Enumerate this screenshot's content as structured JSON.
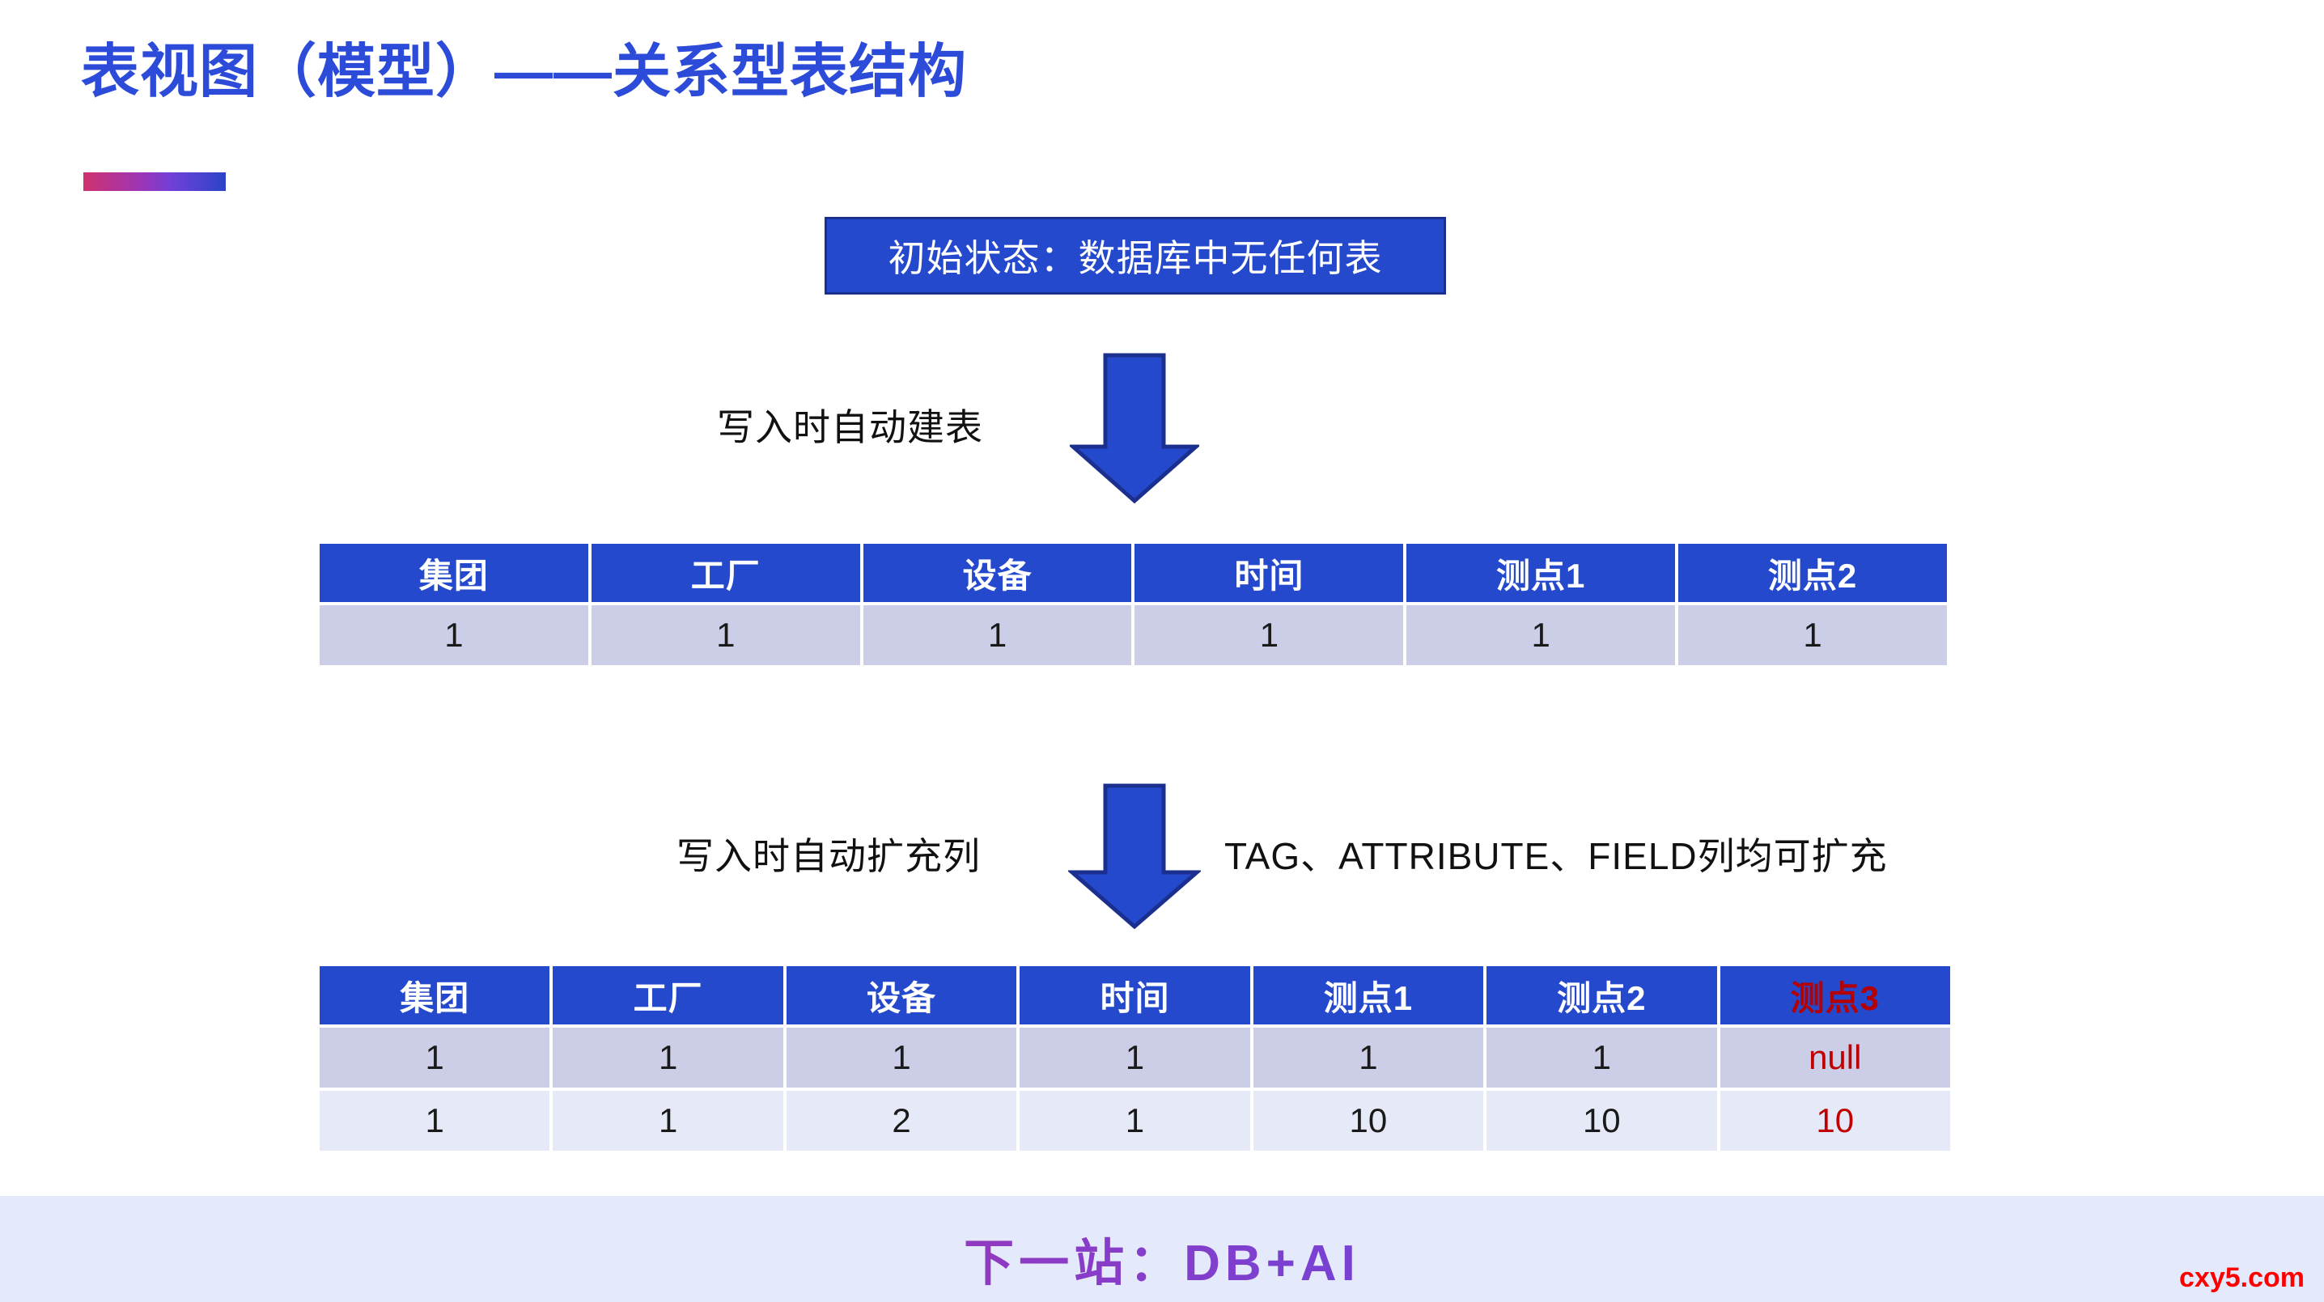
{
  "slide": {
    "title": "表视图（模型）——关系型表结构",
    "accent_gradient": [
      "#D0316E",
      "#7040D8",
      "#2B44C8"
    ]
  },
  "initial_state": {
    "label": "初始状态：数据库中无任何表",
    "box_color": "#2549CC",
    "border_color": "#1B2F8E",
    "text_color": "#FFFFFF"
  },
  "flow": {
    "arrow_color": "#2549CC",
    "arrow_outline": "#1B2F8E",
    "step1_caption": "写入时自动建表",
    "step2_caption": "写入时自动扩充列",
    "step2_note": "TAG、ATTRIBUTE、FIELD列均可扩充"
  },
  "table_initial": {
    "columns": [
      "集团",
      "工厂",
      "设备",
      "时间",
      "测点1",
      "测点2"
    ],
    "rows": [
      [
        "1",
        "1",
        "1",
        "1",
        "1",
        "1"
      ]
    ],
    "header_bg": "#2549CC",
    "header_fg": "#FFFFFF",
    "row_bg": "#CCCEE8"
  },
  "table_expanded": {
    "columns": [
      "集团",
      "工厂",
      "设备",
      "时间",
      "测点1",
      "测点2",
      "测点3"
    ],
    "accent_column_index": 6,
    "accent_color": "#B40000",
    "rows": [
      [
        "1",
        "1",
        "1",
        "1",
        "1",
        "1",
        "null"
      ],
      [
        "1",
        "1",
        "2",
        "1",
        "10",
        "10",
        "10"
      ]
    ],
    "header_bg": "#2549CC",
    "header_fg": "#FFFFFF",
    "row_bg_odd": "#CCCEE8",
    "row_bg_even": "#E6E9F7"
  },
  "footer": {
    "tagline": "下一站：DB+AI",
    "band_color": "#E4E9FB",
    "watermark": "cxy5.com",
    "watermark_color": "#FF0000"
  }
}
